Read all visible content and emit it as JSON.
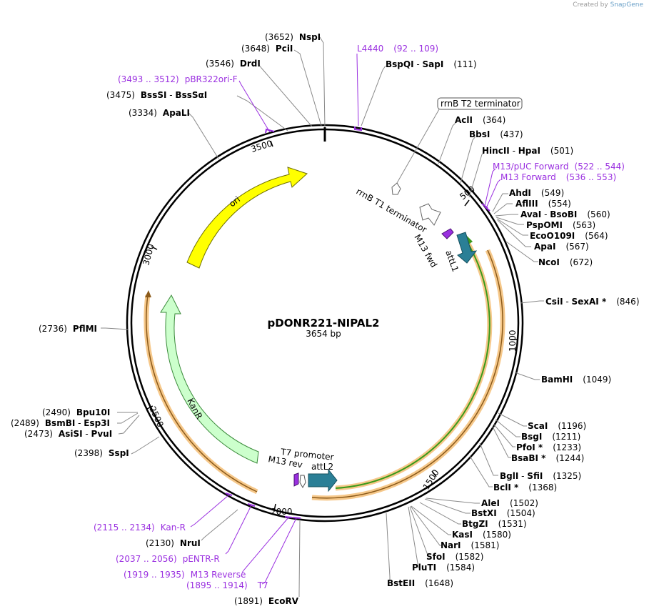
{
  "credit": {
    "prefix": "Created by",
    "brand": "SnapGene"
  },
  "plasmid": {
    "name": "pDONR221-NIPAL2",
    "length": "3654 bp"
  },
  "ticks": [
    "500",
    "1000",
    "1500",
    "2000",
    "2500",
    "3000",
    "3500"
  ],
  "features": {
    "ori": "ori",
    "kanr": "KanR",
    "attl1": "attL1",
    "attl2": "attL2",
    "m13fwd": "M13 fwd",
    "m13rev": "M13 rev",
    "t7prom": "T7 promoter",
    "rrnbt1": "rrnB T1 terminator",
    "rrnbt2": "rrnB T2 terminator"
  },
  "sites": {
    "nspi": {
      "pos": "(3652)",
      "name": "NspI"
    },
    "pcii": {
      "pos": "(3648)",
      "name": "PciI"
    },
    "drdi": {
      "pos": "(3546)",
      "name": "DrdI"
    },
    "bsssi": {
      "pos": "(3475)",
      "name": "BssSI",
      "alt": "BssSαI"
    },
    "apali": {
      "pos": "(3334)",
      "name": "ApaLI"
    },
    "bspqi": {
      "name": "BspQI",
      "alt": "SapI",
      "pos": "(111)"
    },
    "acli": {
      "name": "AclI",
      "pos": "(364)"
    },
    "bbsi": {
      "name": "BbsI",
      "pos": "(437)"
    },
    "hincii": {
      "name": "HincII",
      "alt": "HpaI",
      "pos": "(501)"
    },
    "ahdi": {
      "name": "AhdI",
      "pos": "(549)"
    },
    "afliii": {
      "name": "AflIII",
      "pos": "(554)"
    },
    "avai": {
      "name": "AvaI",
      "alt": "BsoBI",
      "pos": "(560)"
    },
    "pspomi": {
      "name": "PspOMI",
      "pos": "(563)"
    },
    "ecoo109i": {
      "name": "EcoO109I",
      "pos": "(564)"
    },
    "apai": {
      "name": "ApaI",
      "pos": "(567)"
    },
    "ncoi": {
      "name": "NcoI",
      "pos": "(672)"
    },
    "csii": {
      "name": "CsiI",
      "alt": "SexAI *",
      "pos": "(846)"
    },
    "bamhi": {
      "name": "BamHI",
      "pos": "(1049)"
    },
    "scai": {
      "name": "ScaI",
      "pos": "(1196)"
    },
    "bsgi": {
      "name": "BsgI",
      "pos": "(1211)"
    },
    "pfoi": {
      "name": "PfoI *",
      "pos": "(1233)"
    },
    "bsabi": {
      "name": "BsaBI *",
      "pos": "(1244)"
    },
    "bgli": {
      "name": "BglI",
      "alt": "SfiI",
      "pos": "(1325)"
    },
    "bcli": {
      "name": "BclI *",
      "pos": "(1368)"
    },
    "alei": {
      "name": "AleI",
      "pos": "(1502)"
    },
    "bstxi": {
      "name": "BstXI",
      "pos": "(1504)"
    },
    "btgzi": {
      "name": "BtgZI",
      "pos": "(1531)"
    },
    "kasi": {
      "name": "KasI",
      "pos": "(1580)"
    },
    "nari": {
      "name": "NarI",
      "pos": "(1581)"
    },
    "sfoi": {
      "name": "SfoI",
      "pos": "(1582)"
    },
    "pluti": {
      "name": "PluTI",
      "pos": "(1584)"
    },
    "bsteii": {
      "name": "BstEII",
      "pos": "(1648)"
    },
    "ecorv": {
      "pos": "(1891)",
      "name": "EcoRV"
    },
    "crui": {
      "pos": "(2130)",
      "name": "NruI"
    },
    "sspi": {
      "pos": "(2398)",
      "name": "SspI"
    },
    "asisi": {
      "pos": "(2473)",
      "name": "AsiSI",
      "alt": "PvuI"
    },
    "bsmbi": {
      "pos": "(2489)",
      "name": "BsmBI",
      "alt": "Esp3I"
    },
    "bpu10i": {
      "pos": "(2490)",
      "name": "Bpu10I"
    },
    "pflmi": {
      "pos": "(2736)",
      "name": "PflMI"
    }
  },
  "primers": {
    "l4440": {
      "name": "L4440",
      "range": "(92 .. 109)"
    },
    "pbr322": {
      "range": "(3493 .. 3512)",
      "name": "pBR322ori-F"
    },
    "m13puc": {
      "name": "M13/pUC Forward",
      "range": "(522 .. 544)"
    },
    "m13f": {
      "name": "M13 Forward",
      "range": "(536 .. 553)"
    },
    "kanr": {
      "range": "(2115 .. 2134)",
      "name": "Kan-R"
    },
    "pentr": {
      "range": "(2037 .. 2056)",
      "name": "pENTR-R"
    },
    "m13r": {
      "range": "(1919 .. 1935)",
      "name": "M13 Reverse"
    },
    "t7": {
      "range": "(1895 .. 1914)",
      "name": "T7"
    }
  },
  "colors": {
    "ori": "#ffff00",
    "kanr": "#ccffcc",
    "attl": "#2a7f96",
    "primer_arrow": "#9a2fe0",
    "primer_text": "#9a2fe0",
    "orf_outline": "#f6c88a",
    "orf_green": "#3a9a1a",
    "backbone": "#000000"
  }
}
